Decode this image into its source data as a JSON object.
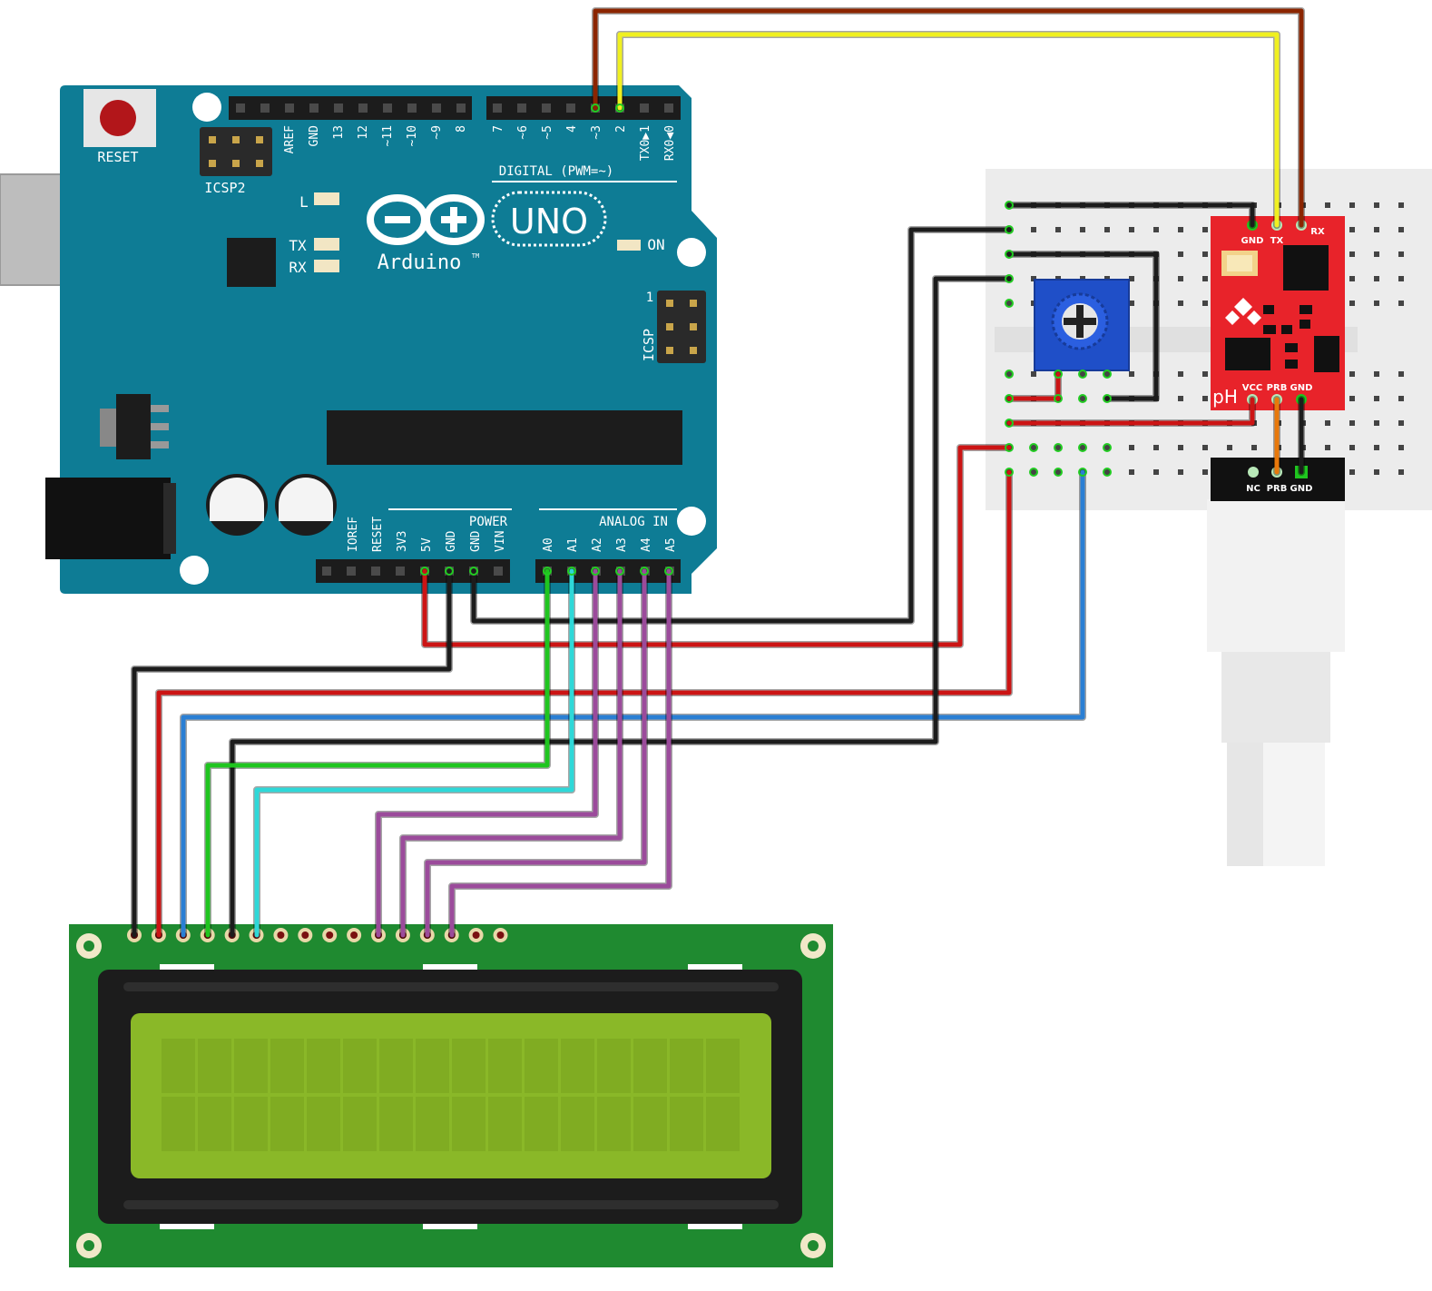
{
  "arduino": {
    "reset_label": "RESET",
    "icsp2_label": "ICSP2",
    "icsp_label": "ICSP",
    "icsp_pin1": "1",
    "l_label": "L",
    "tx_label": "TX",
    "rx_label": "RX",
    "on_label": "ON",
    "uno_label": "UNO",
    "brand_label": "Arduino",
    "tm_label": "TM",
    "digital_label": "DIGITAL (PWM=~)",
    "power_label": "POWER",
    "analog_label": "ANALOG IN",
    "top_left_pins": [
      "AREF",
      "GND",
      "13",
      "12",
      "~11",
      "~10",
      "~9",
      "8"
    ],
    "top_right_pins": [
      "7",
      "~6",
      "~5",
      "4",
      "~3",
      "2",
      "TX0▶1",
      "RX0◀0"
    ],
    "power_pins": [
      "IOREF",
      "RESET",
      "3V3",
      "5V",
      "GND",
      "GND",
      "VIN"
    ],
    "analog_pins": [
      "A0",
      "A1",
      "A2",
      "A3",
      "A4",
      "A5"
    ]
  },
  "ph_module": {
    "top_pins": [
      "GND",
      "TX",
      "RX"
    ],
    "bottom_pins": [
      "VCC",
      "PRB",
      "GND"
    ],
    "ph_label": "pH"
  },
  "probe_connector": {
    "pins": [
      "NC",
      "PRB",
      "GND"
    ]
  },
  "colors": {
    "board": "#0e7c95",
    "wire_black": "#1c1c1c",
    "wire_red": "#cc1414",
    "wire_blue": "#2a7fd4",
    "wire_green": "#1fc51f",
    "wire_cyan": "#2ed8d8",
    "wire_purple": "#9b4b9b",
    "wire_brown": "#8b2500",
    "wire_yellow": "#f0f020",
    "wire_orange": "#e8780a",
    "lcd_pcb": "#1f8a30",
    "lcd_screen": "#8ab828",
    "ph_board": "#e8232a",
    "breadboard": "#ececec"
  }
}
